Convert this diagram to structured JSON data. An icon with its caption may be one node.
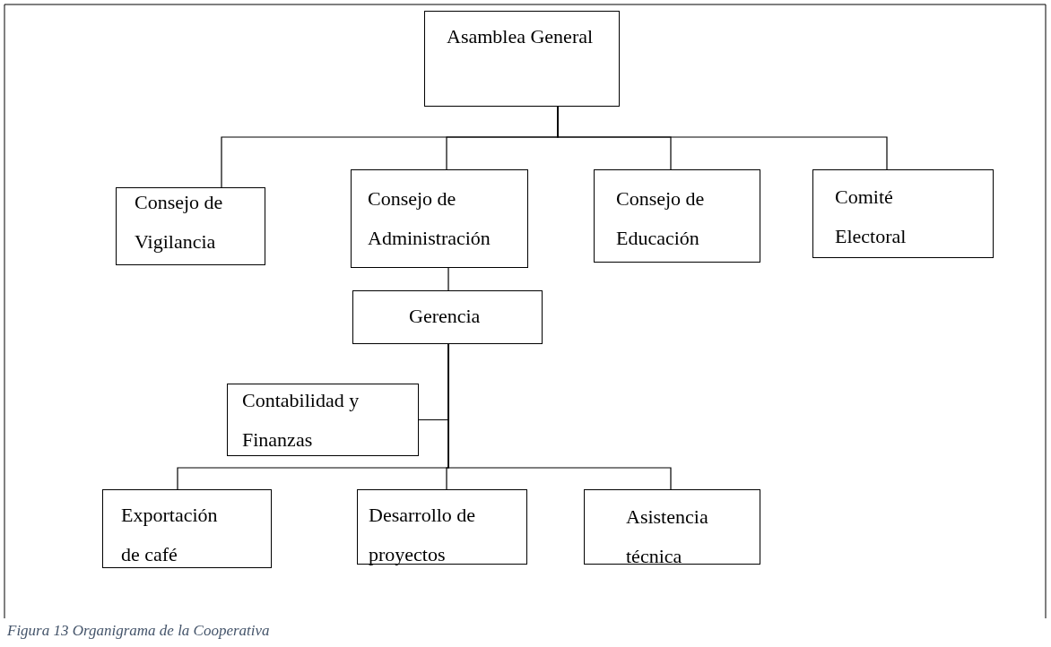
{
  "diagram": {
    "caption": "Figura 13 Organigrama de la Cooperativa",
    "nodes": [
      {
        "text": [
          "Asamblea General"
        ]
      },
      {
        "text": [
          "Consejo de Vigilancia"
        ]
      },
      {
        "text": [
          "Consejo de Administración"
        ]
      },
      {
        "text": [
          "Consejo de Educación"
        ]
      },
      {
        "text": [
          "Comité Electoral"
        ]
      },
      {
        "text": [
          "Gerencia"
        ]
      },
      {
        "text": [
          "Contabilidad y Finanzas"
        ]
      },
      {
        "text": [
          "Exportación de café"
        ]
      },
      {
        "text": [
          "Desarrollo de proyectos"
        ]
      },
      {
        "text": [
          "Asistencia técnica"
        ]
      }
    ],
    "edges": [
      {
        "from": 0,
        "to": 1,
        "arrow": "none"
      },
      {
        "from": 0,
        "to": 2,
        "arrow": "none"
      },
      {
        "from": 0,
        "to": 3,
        "arrow": "none"
      },
      {
        "from": 0,
        "to": 4,
        "arrow": "none"
      },
      {
        "from": 2,
        "to": 5,
        "arrow": "none"
      },
      {
        "from": 5,
        "to": 6,
        "arrow": "none"
      },
      {
        "from": 5,
        "to": 7,
        "arrow": "none"
      },
      {
        "from": 5,
        "to": 8,
        "arrow": "none"
      },
      {
        "from": 5,
        "to": 9,
        "arrow": "none"
      }
    ]
  }
}
